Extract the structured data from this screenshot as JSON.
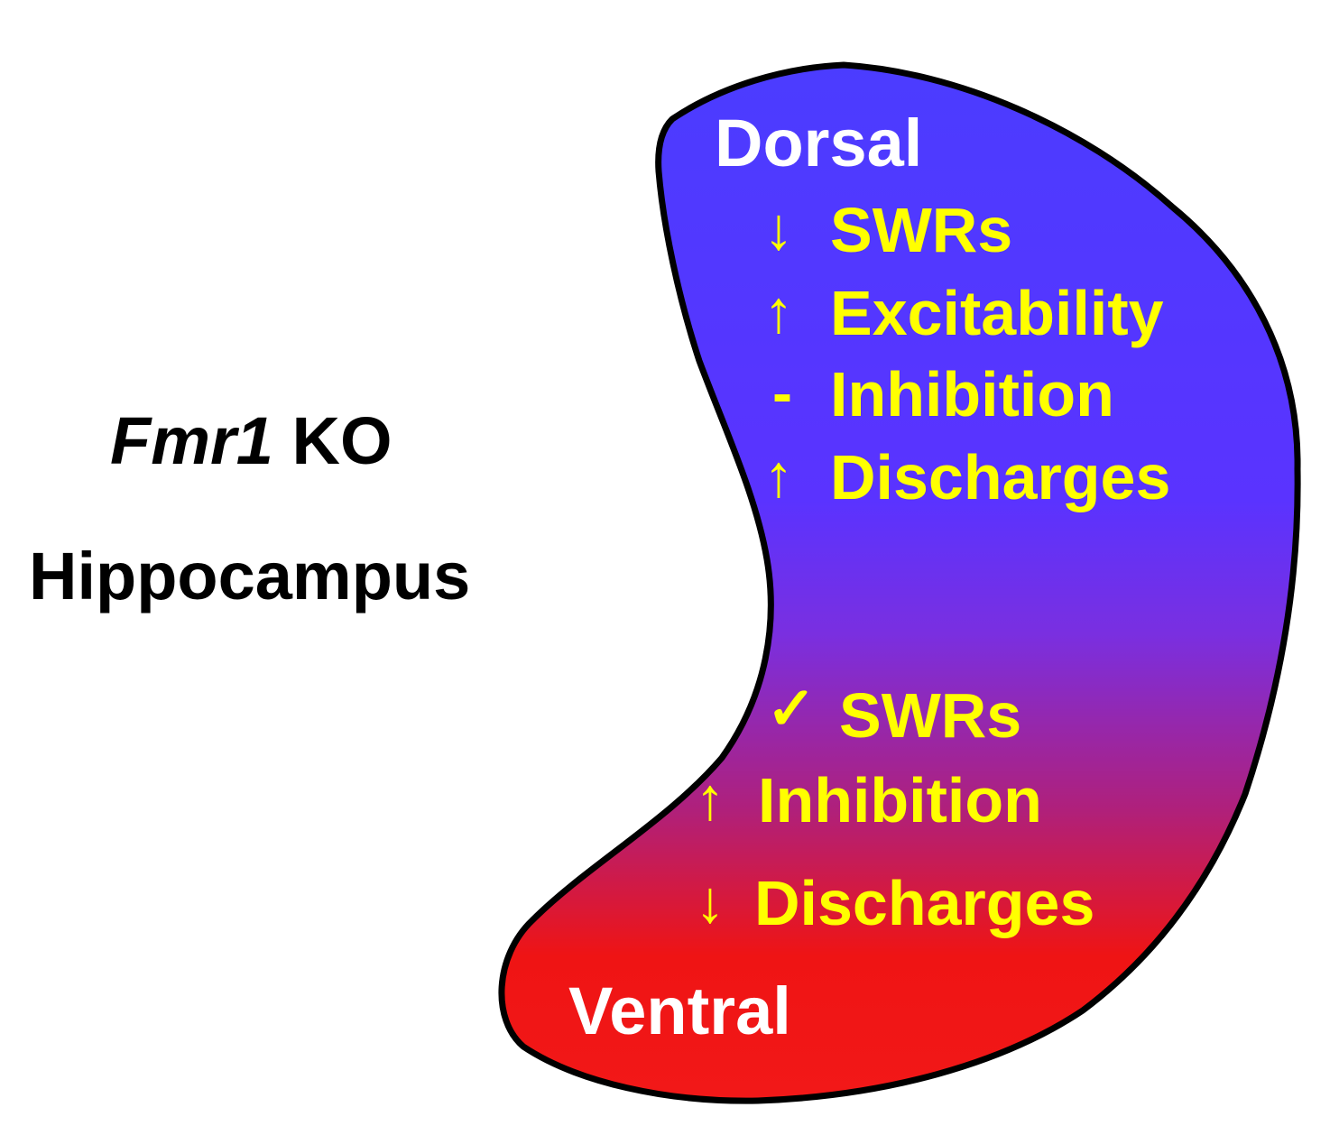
{
  "title": {
    "gene": "Fmr1",
    "model": "KO",
    "region": "Hippocampus"
  },
  "dorsal": {
    "label": "Dorsal",
    "items": [
      {
        "symbol": "↓",
        "text": "SWRs"
      },
      {
        "symbol": "↑",
        "text": "Excitability"
      },
      {
        "symbol": "-",
        "text": "Inhibition"
      },
      {
        "symbol": "↑",
        "text": "Discharges"
      }
    ]
  },
  "ventral": {
    "label": "Ventral",
    "items": [
      {
        "symbol": "✓",
        "text": "SWRs"
      },
      {
        "symbol": "↑",
        "text": "Inhibition"
      },
      {
        "symbol": "↓",
        "text": "Discharges"
      }
    ]
  },
  "colors": {
    "dorsal": "#4b3cff",
    "middle": "#7a2fe0",
    "ventral": "#ef1414",
    "label_text": "#ffffff",
    "finding_text": "#ffff00",
    "outline": "#000000"
  }
}
